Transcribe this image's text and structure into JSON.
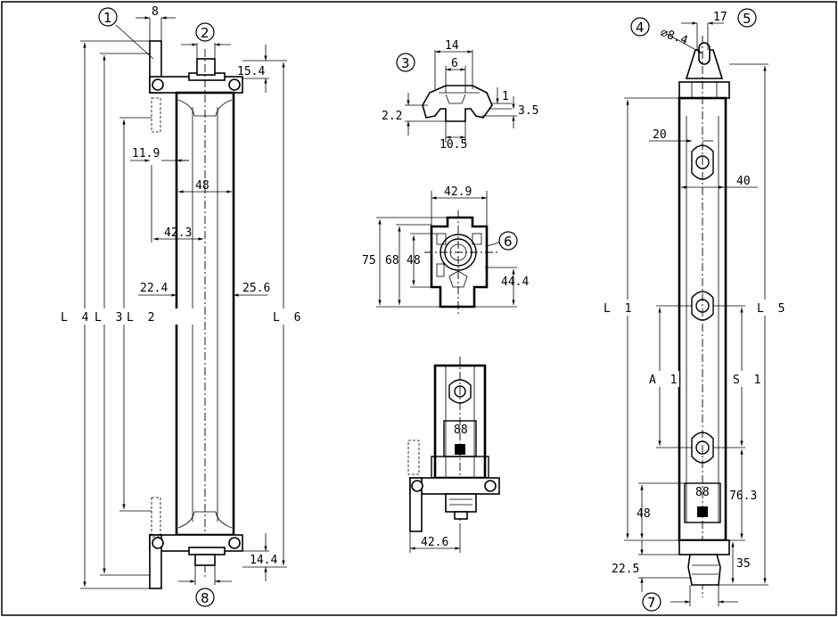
{
  "callouts": [
    "1",
    "2",
    "3",
    "4",
    "5",
    "6",
    "7",
    "8"
  ],
  "left_view": {
    "dims": [
      "8",
      "15.4",
      "11.9",
      "48",
      "42.3",
      "22.4",
      "25.6",
      "14.4"
    ],
    "lengths": [
      "L 4",
      "L 3",
      "L 2",
      "L 6"
    ]
  },
  "profile_view": {
    "dims": [
      "14",
      "6",
      "1",
      "2.2",
      "3.5",
      "10.5"
    ]
  },
  "section_view": {
    "dims": [
      "42.9",
      "75",
      "68",
      "48",
      "44.4"
    ]
  },
  "end_view": {
    "dims": [
      "42.6"
    ]
  },
  "right_view": {
    "dims": [
      "17",
      "⌀8.4",
      "20",
      "40",
      "76.3",
      "48",
      "22.5",
      "35"
    ],
    "lengths": [
      "L 1",
      "L 5",
      "A 1",
      "S 1"
    ]
  },
  "colors": {
    "line": "#000000",
    "background": "#ffffff"
  }
}
